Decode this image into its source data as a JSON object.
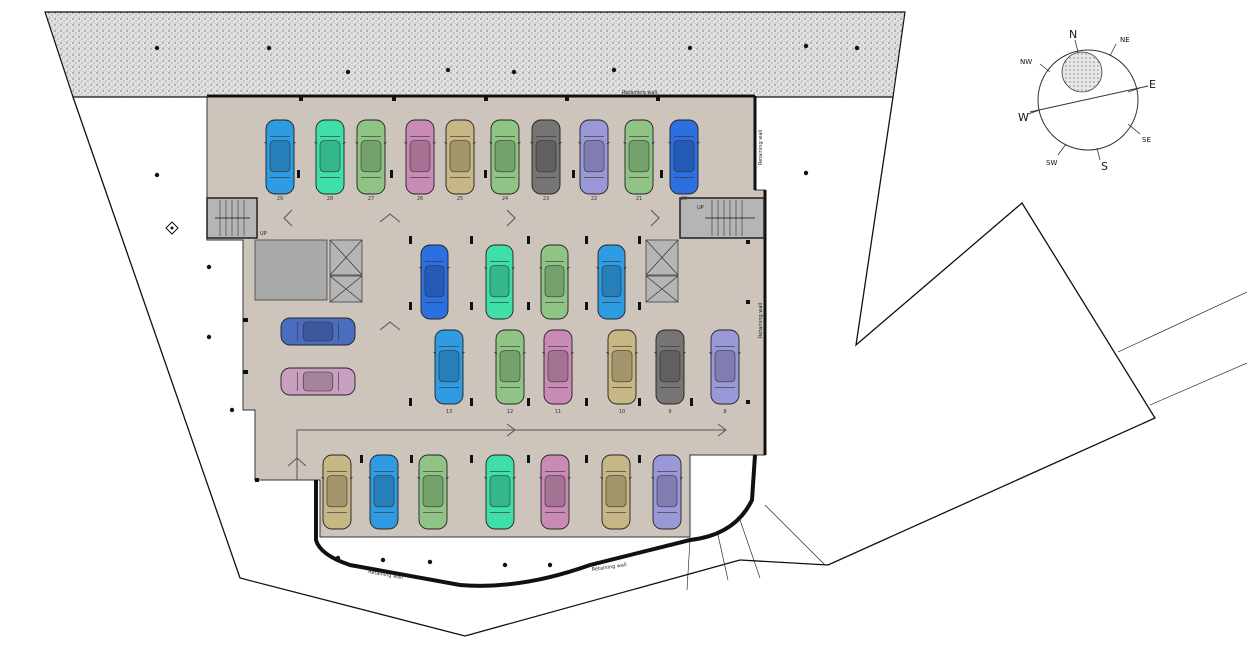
{
  "plan": {
    "wall_labels": {
      "top": "Retaining wall",
      "right_upper": "Retaining wall",
      "right_lower": "Retaining wall",
      "bottom_left": "Retaining wall",
      "bottom_right": "Retaining wall"
    },
    "stair_labels": {
      "left": "UP",
      "right": "UP"
    },
    "colors": {
      "floor": "#cdc4bb",
      "hatch": "#dcdcdc",
      "core": "#a9a9a9",
      "stair": "#b5b5b5"
    },
    "car_colors": {
      "blue": "#2f9be3",
      "royal": "#2c6fe0",
      "teal": "#3fe0a8",
      "sage": "#8fc485",
      "pink": "#c98bb5",
      "khaki": "#c7b785",
      "grey": "#777573",
      "lavender": "#9b98d8",
      "navy": "#4a6dbf",
      "rose": "#c9a0c0"
    },
    "car_rows": [
      {
        "name": "top-row",
        "cars": [
          {
            "label": "29",
            "color": "blue"
          },
          {
            "label": "28",
            "color": "teal"
          },
          {
            "label": "27",
            "color": "sage"
          },
          {
            "label": "26",
            "color": "pink"
          },
          {
            "label": "25",
            "color": "khaki"
          },
          {
            "label": "24",
            "color": "sage"
          },
          {
            "label": "23",
            "color": "grey"
          },
          {
            "label": "22",
            "color": "lavender"
          },
          {
            "label": "21",
            "color": "sage"
          },
          {
            "label": "20",
            "color": "royal"
          }
        ]
      },
      {
        "name": "middle-row",
        "cars": [
          {
            "label": "",
            "color": "royal"
          },
          {
            "label": "",
            "color": "teal"
          },
          {
            "label": "",
            "color": "sage"
          },
          {
            "label": "",
            "color": "blue"
          }
        ]
      },
      {
        "name": "lower-row",
        "cars": [
          {
            "label": "13",
            "color": "blue"
          },
          {
            "label": "12",
            "color": "sage"
          },
          {
            "label": "11",
            "color": "pink"
          },
          {
            "label": "10",
            "color": "khaki"
          },
          {
            "label": "9",
            "color": "grey"
          },
          {
            "label": "8",
            "color": "lavender"
          }
        ]
      },
      {
        "name": "side-row",
        "cars": [
          {
            "label": "",
            "color": "navy"
          },
          {
            "label": "",
            "color": "rose"
          }
        ]
      },
      {
        "name": "bottom-row",
        "cars": [
          {
            "label": "",
            "color": "khaki"
          },
          {
            "label": "",
            "color": "blue"
          },
          {
            "label": "",
            "color": "sage"
          },
          {
            "label": "",
            "color": "teal"
          },
          {
            "label": "",
            "color": "pink"
          },
          {
            "label": "",
            "color": "khaki"
          },
          {
            "label": "",
            "color": "lavender"
          }
        ]
      }
    ],
    "compass": {
      "N": "N",
      "NE": "NE",
      "E": "E",
      "SE": "SE",
      "S": "S",
      "SW": "SW",
      "W": "W",
      "NW": "NW"
    }
  }
}
